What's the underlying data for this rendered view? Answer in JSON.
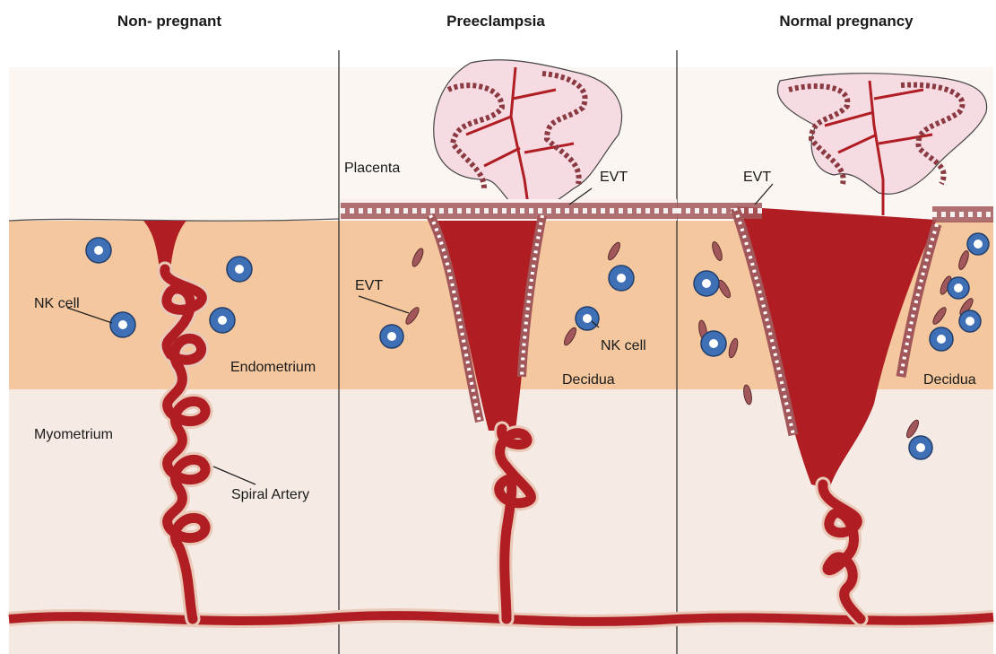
{
  "panels": [
    {
      "title": "Non- pregnant",
      "labels": {
        "nk_cell": "NK cell",
        "endometrium": "Endometrium",
        "myometrium": "Myometrium",
        "spiral_artery": "Spiral Artery"
      }
    },
    {
      "title": "Preeclampsia",
      "labels": {
        "placenta": "Placenta",
        "evt_top": "EVT",
        "evt_left": "EVT",
        "nk_cell": "NK cell",
        "decidua": "Decidua"
      }
    },
    {
      "title": "Normal pregnancy",
      "labels": {
        "evt": "EVT",
        "decidua": "Decidua"
      }
    }
  ],
  "colors": {
    "artery": "#b01e24",
    "endometrium": "#f4c79e",
    "myometrium": "#f6ebe4",
    "nk_cell": "#3f6fb5",
    "villus_fill": "#f6dbe3",
    "trophoblast": "#a2585a"
  }
}
